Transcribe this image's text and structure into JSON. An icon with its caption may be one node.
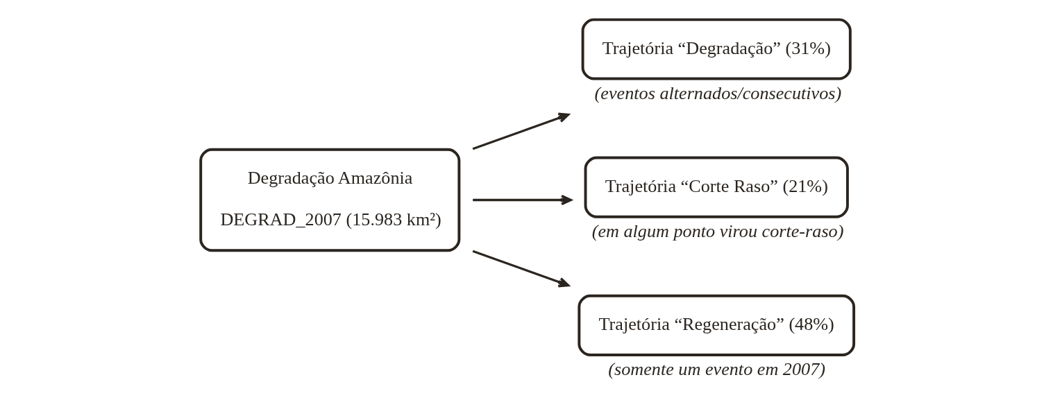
{
  "diagram": {
    "nodes": [
      {
        "text": [
          "Degradação Amazônia",
          "DEGRAD_2007 (15.983 km²)"
        ]
      },
      {
        "text": [
          "Trajetória “Degradação” (31%)"
        ],
        "beside": [
          "(eventos alternados/consecutivos)"
        ]
      },
      {
        "text": [
          "Trajetória “Corte Raso” (21%)"
        ],
        "beside": [
          "(em algum ponto virou corte-raso)"
        ]
      },
      {
        "text": [
          "Trajetória “Regeneração” (48%)"
        ],
        "beside": [
          "(somente um evento em 2007)"
        ]
      }
    ],
    "edges": [
      {
        "from": 0,
        "to": 1,
        "arrow": "to"
      },
      {
        "from": 0,
        "to": 2,
        "arrow": "to"
      },
      {
        "from": 0,
        "to": 3,
        "arrow": "to"
      }
    ]
  }
}
